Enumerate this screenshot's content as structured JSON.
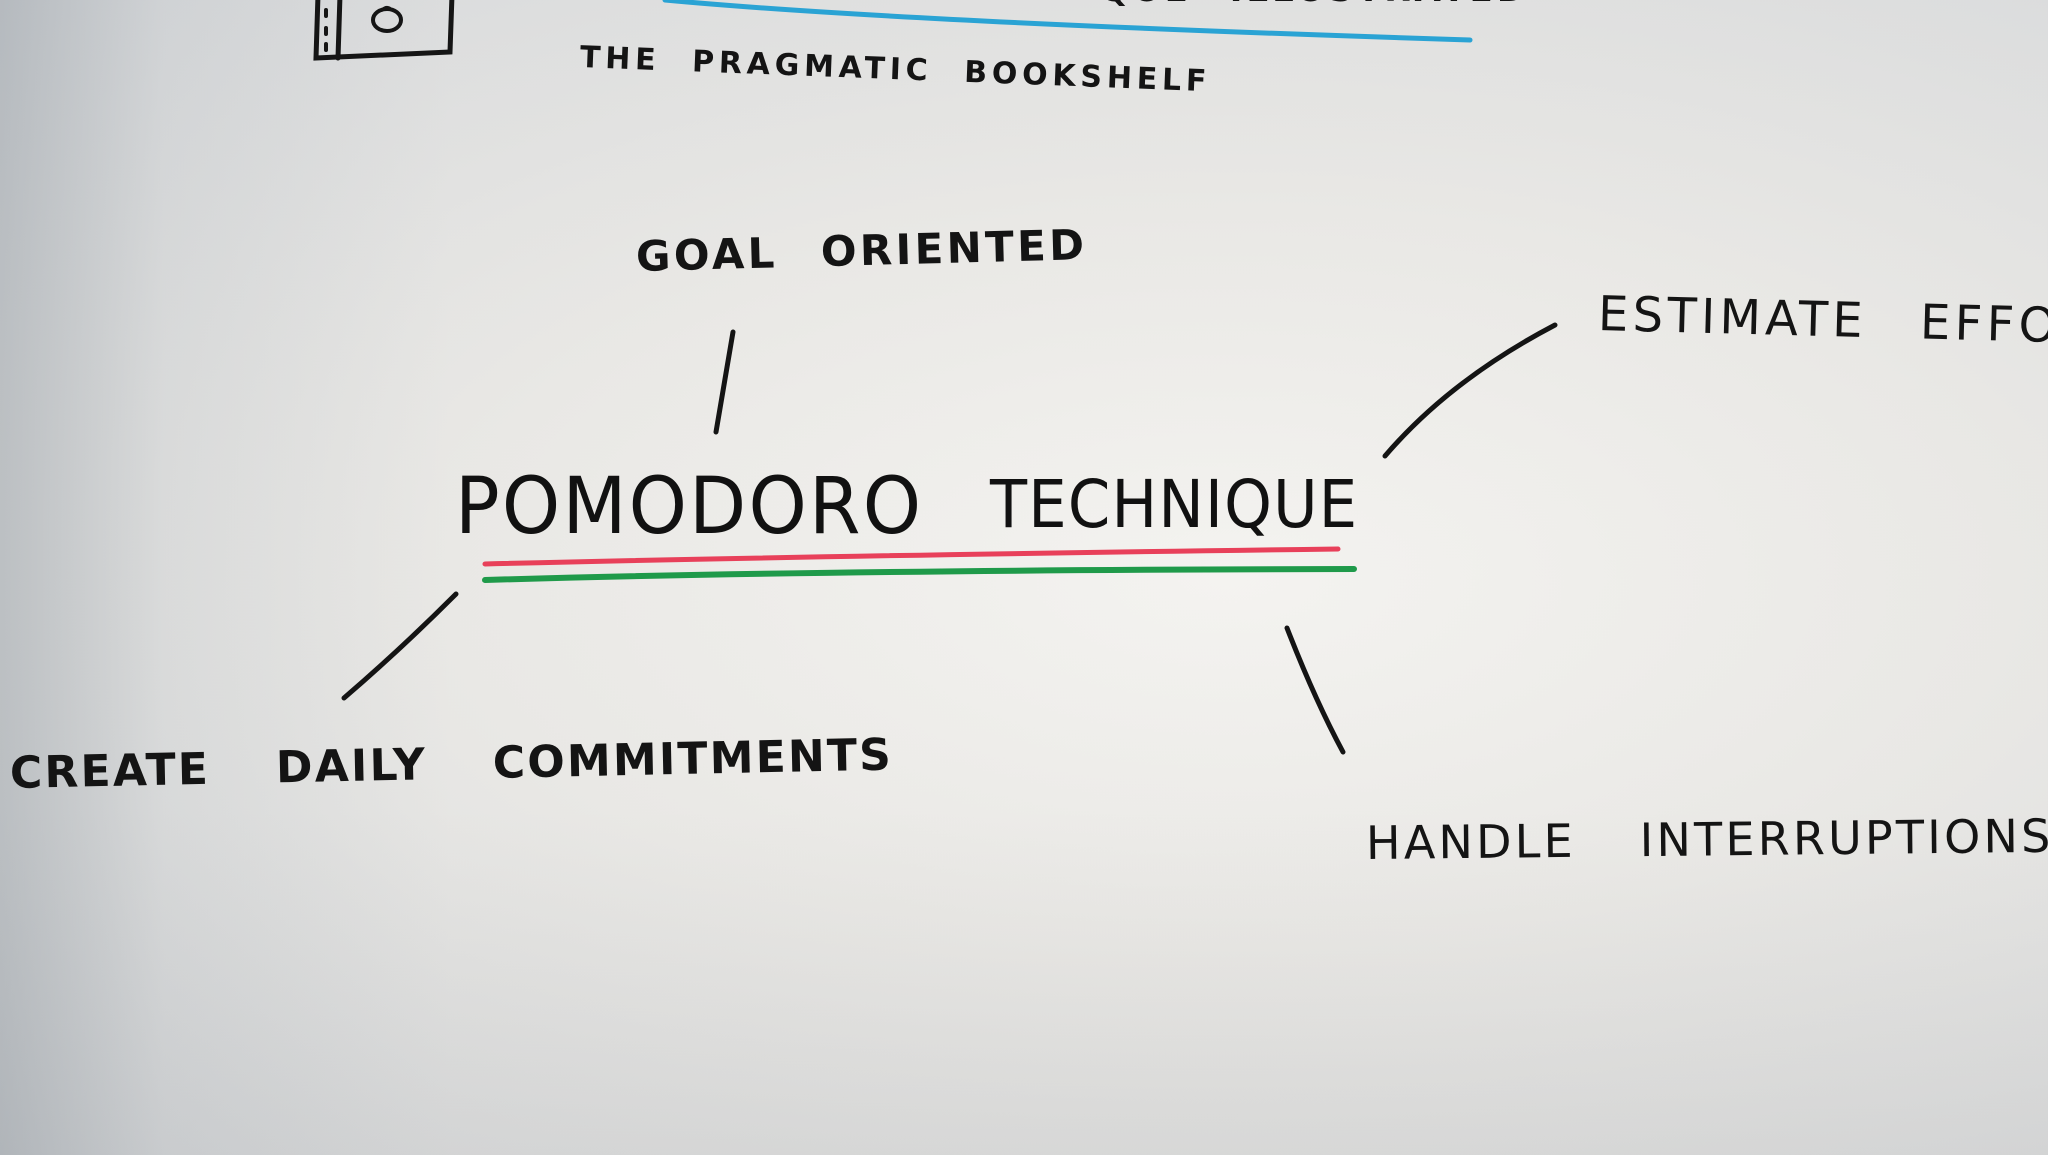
{
  "header": {
    "book_title_fragment": "QUE \"ILLUSTRATED\"",
    "publisher": "THE PRAGMATIC BOOKSHELF"
  },
  "mindmap": {
    "central_topic_word1": "POMODORO",
    "central_topic_word2": "TECHNIQUE",
    "branches": [
      "GOAL ORIENTED",
      "ESTIMATE EFFORT",
      "CREATE DAILY COMMITMENTS",
      "HANDLE INTERRUPTIONS"
    ]
  },
  "colors": {
    "ink": "#141414",
    "underline_red": "#e8405a",
    "underline_green": "#1f9a4a",
    "header_underline_blue": "#2aa3d4",
    "paper": "#efeeeb"
  }
}
